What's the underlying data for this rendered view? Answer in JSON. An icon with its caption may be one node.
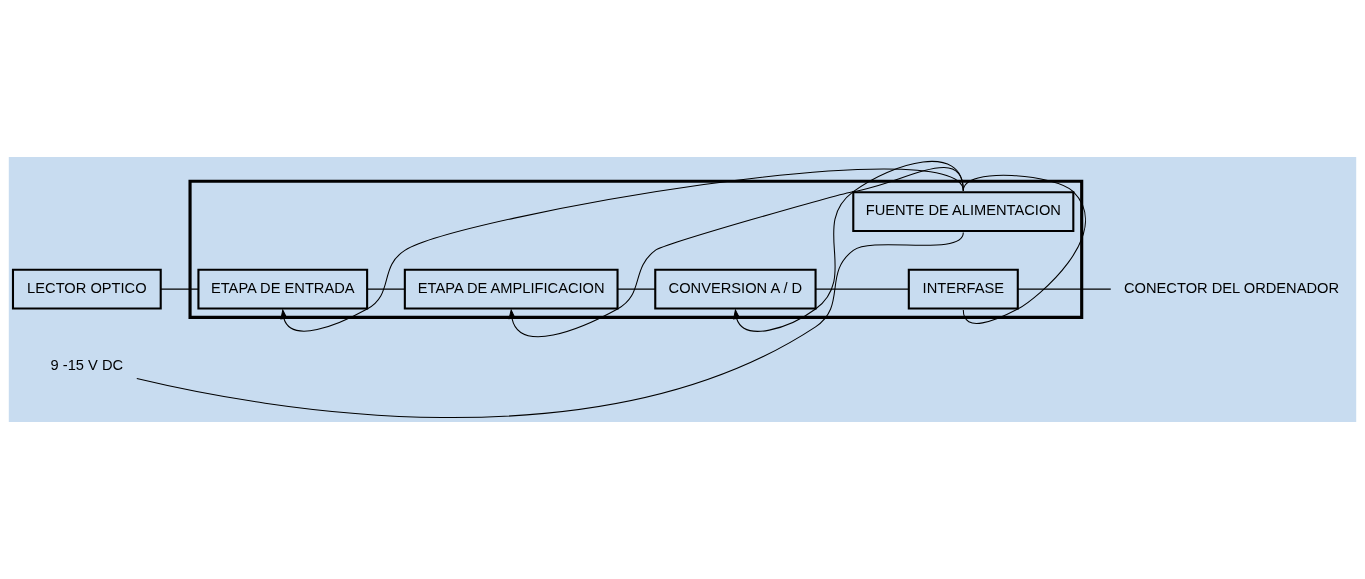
{
  "diagram": {
    "nodes": [
      {
        "text": [
          "LECTOR OPTICO"
        ]
      },
      {
        "text": [],
        "shape": "box"
      },
      {
        "text": [
          "ETAPA DE ENTRADA"
        ],
        "in": 1
      },
      {
        "text": [
          "ETAPA DE AMPLIFICACION"
        ],
        "in": 1
      },
      {
        "text": [
          "CONVERSION A / D"
        ],
        "in": 1
      },
      {
        "text": [
          "INTERFASE"
        ],
        "in": 1
      },
      {
        "text": [
          "FUENTE DE ALIMENTACION"
        ],
        "in": 1
      },
      {
        "text": [
          "CONECTOR DEL ORDENADOR"
        ]
      },
      {
        "text": [
          "9 -15 V DC"
        ]
      }
    ],
    "edges": [
      {
        "from": 0,
        "to": 2,
        "arrow": "none"
      },
      {
        "from": 2,
        "to": 3,
        "arrow": "none"
      },
      {
        "from": 3,
        "to": 4,
        "arrow": "none"
      },
      {
        "from": 4,
        "to": 5,
        "arrow": "none"
      },
      {
        "from": 5,
        "to": 7,
        "arrow": "none"
      },
      {
        "from": 6,
        "to": 2,
        "arrow": "to"
      },
      {
        "from": 6,
        "to": 3,
        "arrow": "to"
      },
      {
        "from": 6,
        "to": 4,
        "arrow": "to"
      },
      {
        "from": 6,
        "to": 5,
        "arrow": "none"
      },
      {
        "from": 8,
        "to": 6,
        "arrow": "none"
      }
    ]
  }
}
